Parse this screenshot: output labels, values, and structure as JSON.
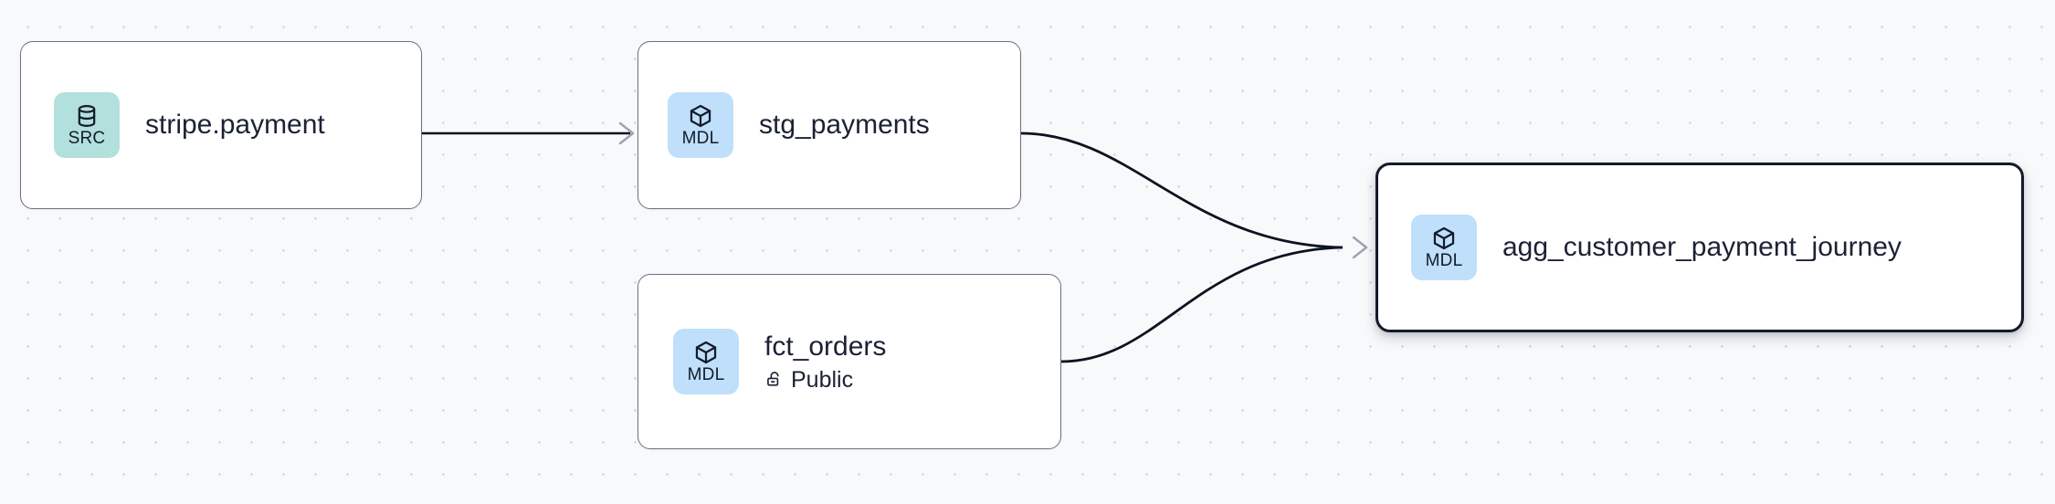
{
  "canvas": {
    "background_color": "#f7f9fb",
    "grid": "dot-grid",
    "grid_dot_color": "#c3c9d4"
  },
  "graph": {
    "type": "lineage-dag",
    "direction": "left-to-right",
    "nodes": [
      {
        "id": "stripe-payment",
        "badge_label": "SRC",
        "badge_icon": "database-icon",
        "badge_color": "#b2e0dd",
        "title": "stripe.payment",
        "subtitle": null,
        "subtitle_icon": null,
        "selected": false
      },
      {
        "id": "stg-payments",
        "badge_label": "MDL",
        "badge_icon": "cube-icon",
        "badge_color": "#bfdffa",
        "title": "stg_payments",
        "subtitle": null,
        "subtitle_icon": null,
        "selected": false
      },
      {
        "id": "fct-orders",
        "badge_label": "MDL",
        "badge_icon": "cube-icon",
        "badge_color": "#bfdffa",
        "title": "fct_orders",
        "subtitle": "Public",
        "subtitle_icon": "unlock-icon",
        "selected": false
      },
      {
        "id": "agg-customer-payment-journey",
        "badge_label": "MDL",
        "badge_icon": "cube-icon",
        "badge_color": "#bfdffa",
        "title": "agg_customer_payment_journey",
        "subtitle": null,
        "subtitle_icon": null,
        "selected": true
      }
    ],
    "edges": [
      {
        "id": "edge-1",
        "from": "stripe-payment",
        "to": "stg-payments",
        "style": "straight",
        "arrow": true
      },
      {
        "id": "edge-2",
        "from": "stg-payments",
        "to": "agg-customer-payment-journey",
        "style": "bezier",
        "arrow": true
      },
      {
        "id": "edge-3",
        "from": "fct-orders",
        "to": "agg-customer-payment-journey",
        "style": "bezier",
        "arrow": true
      }
    ],
    "edge_color": "#0b1220",
    "arrow_color": "#9aa3b2",
    "node_border_color": "#6b7280",
    "selected_border_color": "#141a2a"
  }
}
